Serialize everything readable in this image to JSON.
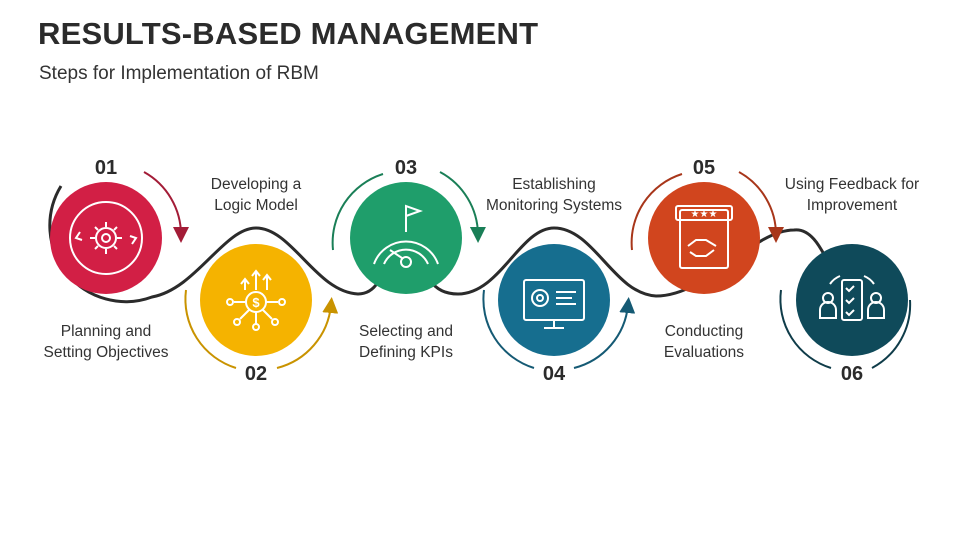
{
  "header": {
    "title": "RESULTS-BASED MANAGEMENT",
    "subtitle": "Steps for Implementation of RBM"
  },
  "steps": [
    {
      "number": "01",
      "label_line1": "Planning and",
      "label_line2": "Setting Objectives",
      "color": "#d21f45",
      "icon": "gear-cycle-icon"
    },
    {
      "number": "02",
      "label_line1": "Developing a",
      "label_line2": "Logic Model",
      "color": "#f5b300",
      "icon": "dollar-network-growth-icon"
    },
    {
      "number": "03",
      "label_line1": "Selecting and",
      "label_line2": "Defining KPIs",
      "color": "#1f9e6b",
      "icon": "gauge-flag-icon"
    },
    {
      "number": "04",
      "label_line1": "Establishing",
      "label_line2": "Monitoring Systems",
      "color": "#166e8f",
      "icon": "monitor-gear-icon"
    },
    {
      "number": "05",
      "label_line1": "Conducting",
      "label_line2": "Evaluations",
      "color": "#d1451e",
      "icon": "rating-handshake-icon"
    },
    {
      "number": "06",
      "label_line1": "Using Feedback for",
      "label_line2": "Improvement",
      "color": "#0f4a5a",
      "icon": "people-checklist-icon"
    }
  ],
  "colors": {
    "wave": "#2b2b2b",
    "arrow_01": "#a31c37",
    "arrow_02": "#c99300",
    "arrow_03": "#1a7f57",
    "arrow_04": "#155a74",
    "arrow_05": "#a8361a",
    "arrow_06": "#0f3c49"
  }
}
